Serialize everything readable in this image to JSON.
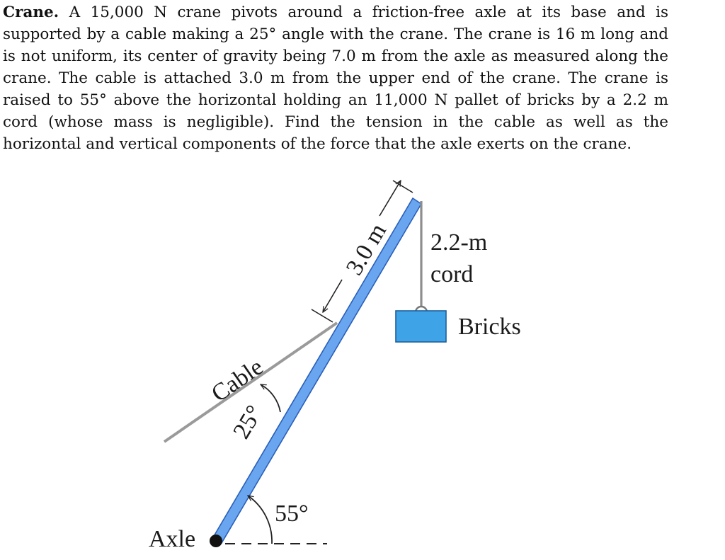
{
  "problem": {
    "title": "Crane.",
    "text": "A 15,000 N crane pivots around a friction-free axle at its base and is supported by a cable making a 25° angle with the crane. The crane is 16 m long and is not uniform, its center of gravity being 7.0 m from the axle as measured along the crane. The cable is attached 3.0 m from the upper end of the crane. The crane is raised to 55° above the horizontal holding an 11,000 N pallet of bricks by a 2.2 m cord (whose mass is negligible). Find the tension in the cable as well as the horizontal and vertical components of the force that the axle exerts on the crane."
  },
  "figure": {
    "labels": {
      "distance": "3.0 m",
      "cord_line1": "2.2-m",
      "cord_line2": "cord",
      "bricks": "Bricks",
      "cable": "Cable",
      "cable_angle": "25°",
      "crane_angle": "55°",
      "axle": "Axle"
    },
    "colors": {
      "crane": "#6aa6f0",
      "crane_edge": "#2b5fb8",
      "bricks": "#3fa3e8",
      "bricks_edge": "#1d5f99",
      "cable": "#9a9a9a",
      "cord": "#8e8e8e",
      "axle": "#111111"
    }
  }
}
